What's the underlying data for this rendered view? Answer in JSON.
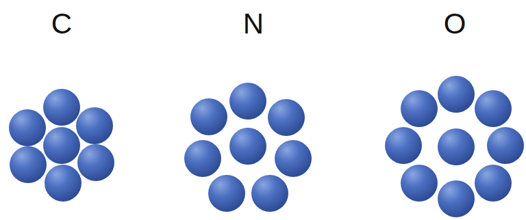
{
  "diagram": {
    "labels": [
      "C",
      "N",
      "O"
    ]
  }
}
